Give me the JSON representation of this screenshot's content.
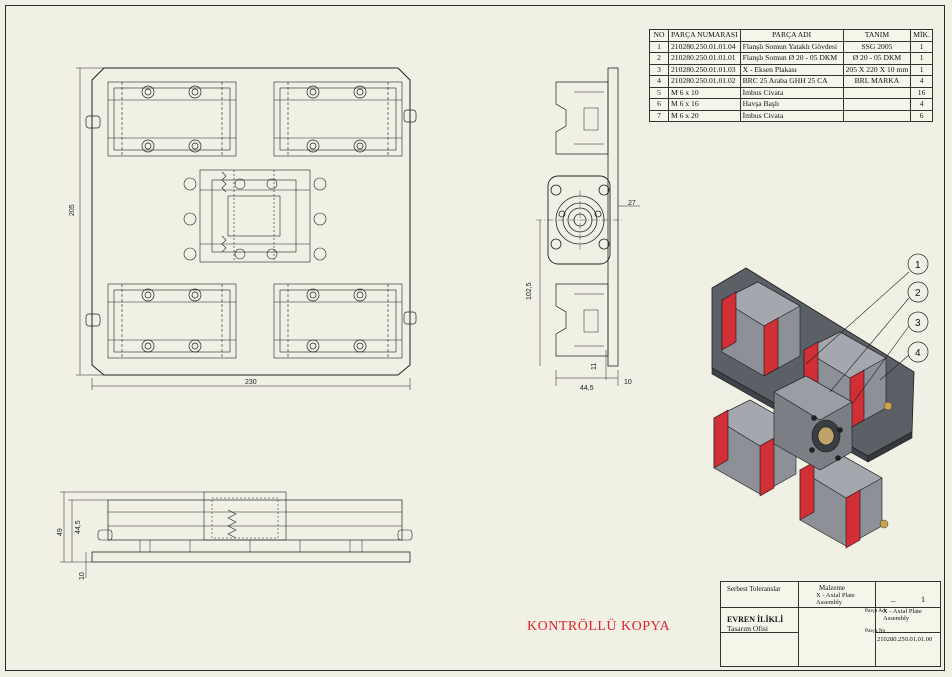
{
  "bom": {
    "headers": [
      "NO",
      "PARÇA NUMARASI",
      "PARÇA ADI",
      "TANIM",
      "MİK."
    ],
    "rows": [
      [
        "1",
        "210280.250.01.01.04",
        "Flanşlı Somun Yataklı Gövdesi",
        "SSG 2005",
        "1"
      ],
      [
        "2",
        "210280.250.01.01.01",
        "Flanşlı Somun Ø 20 - 05 DKM",
        "Ø 20 - 05 DKM",
        "1"
      ],
      [
        "3",
        "210280.250.01.01.03",
        "X - Eksen Plakası",
        "205 X 220 X 10 mm",
        "1"
      ],
      [
        "4",
        "210280.250.01.01.02",
        "BRC 25 Araba GHH 25 CA",
        "BRL MARKA",
        "4"
      ],
      [
        "5",
        "M 6 x 10",
        "İmbus Civata",
        "",
        "16"
      ],
      [
        "6",
        "M 6 x 16",
        "Havşa Başlı",
        "",
        "4"
      ],
      [
        "7",
        "M 6 x 20",
        "İmbus Civata",
        "",
        "6"
      ]
    ]
  },
  "dimensions": {
    "top_height": "205",
    "top_width": "230",
    "side_27": "27",
    "side_102_5": "102,5",
    "side_11": "11",
    "side_44_5": "44,5",
    "side_10": "10",
    "front_49": "49",
    "front_44_5": "44,5",
    "front_10": "10"
  },
  "balloons": [
    "1",
    "2",
    "3",
    "4"
  ],
  "title_block": {
    "tolerances": "Serbest Toleranslar",
    "malzeme_label": "Malzeme",
    "part_name": "X - Axial Plate Assembly",
    "sheet_no": "1",
    "company": "EVREN İLİKLİ",
    "office": "Tasarım Ofisi",
    "parca_adi_label": "Parça Adı",
    "part_name_right": "X - Axial Plate Assembly",
    "parca_no_label": "Parça No",
    "part_number": "210280.250.01.01.00",
    "dash": "--"
  },
  "stamp": "KONTRÖLLÜ KOPYA"
}
